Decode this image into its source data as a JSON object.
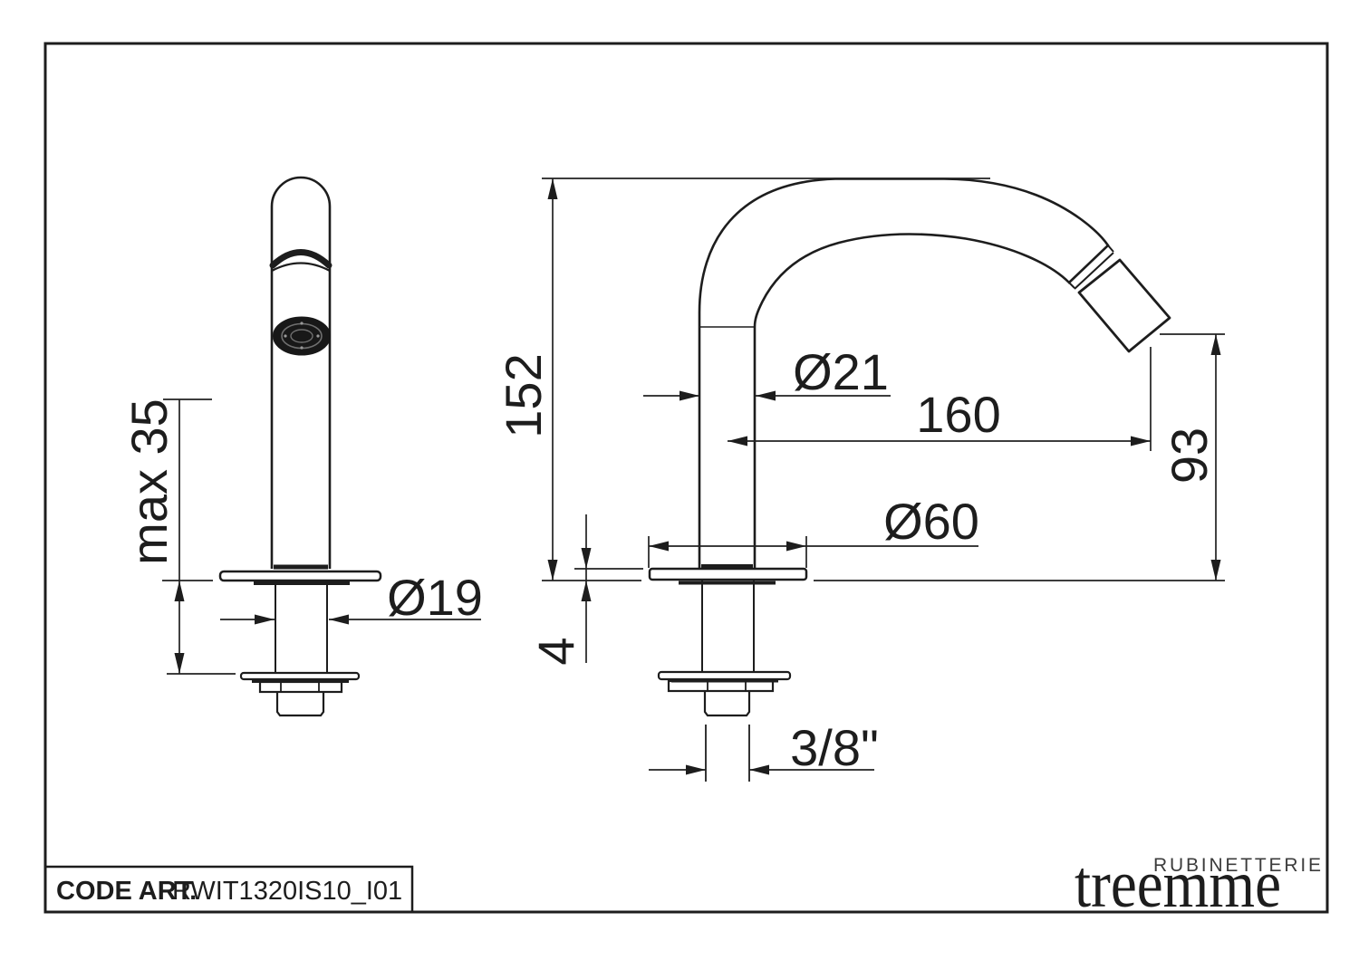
{
  "title_block": {
    "code_label": "CODE ART.",
    "code_value": "RWIT1320IS10_I01"
  },
  "logo": {
    "tagline": "RUBINETTERIE",
    "brand": "treemme"
  },
  "front_view": {
    "dim_max_mount_thickness": "max 35",
    "dim_shank_diameter": "Ø19"
  },
  "side_view": {
    "dim_total_height": "152",
    "dim_body_diameter": "Ø21",
    "dim_spout_reach": "160",
    "dim_outlet_height": "93",
    "dim_flange_diameter": "Ø60",
    "dim_flange_thickness": "4",
    "dim_connection_thread": "3/8\""
  },
  "colors": {
    "line": "#1d1d1d",
    "background": "#ffffff"
  }
}
